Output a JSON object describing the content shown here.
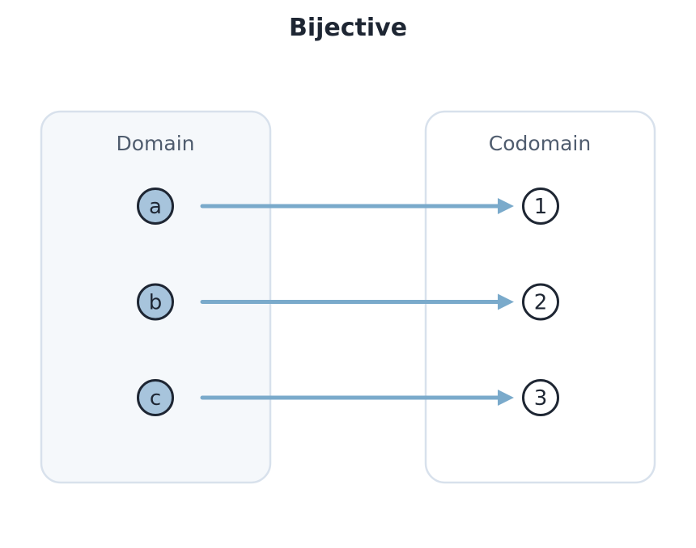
{
  "title": "Bijective",
  "domain": {
    "label": "Domain",
    "elements": [
      "a",
      "b",
      "c"
    ]
  },
  "codomain": {
    "label": "Codomain",
    "elements": [
      "1",
      "2",
      "3"
    ]
  },
  "mappings": [
    {
      "from": "a",
      "to": "1"
    },
    {
      "from": "b",
      "to": "2"
    },
    {
      "from": "c",
      "to": "3"
    }
  ],
  "colors": {
    "title": "#1e2633",
    "set_label": "#4f5c6e",
    "domain_fill": "#f5f8fb",
    "box_stroke": "#d8e1ec",
    "domain_node_fill": "#a7c4dc",
    "node_stroke": "#1e2633",
    "arrow": "#7aaacb"
  }
}
